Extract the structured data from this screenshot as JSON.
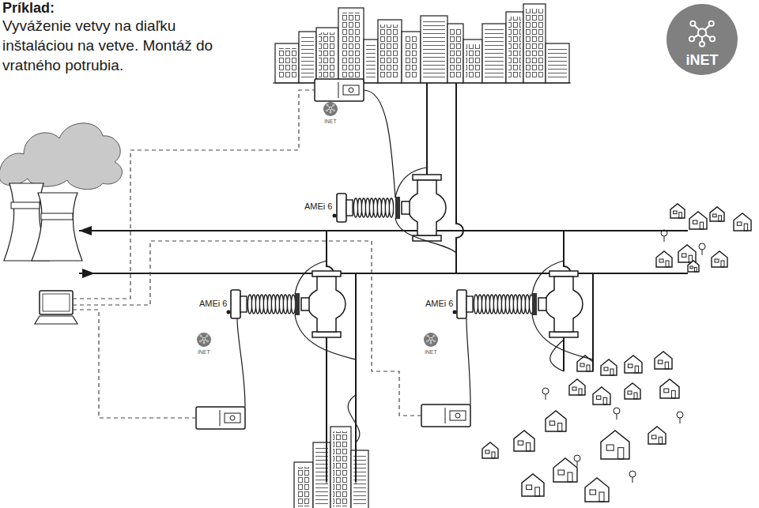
{
  "diagram": {
    "title": "Príklad:",
    "nodes": [
      {
        "text": [
          "iNET"
        ]
      }
    ],
    "labels": [
      "Vyváženie vetvy na diaľku inštaláciou na vetve. Montáž do vratného potrubia.",
      "AMEi 6",
      "iNET",
      "AMEi 6",
      "iNET",
      "AMEi 6",
      "iNET"
    ]
  }
}
